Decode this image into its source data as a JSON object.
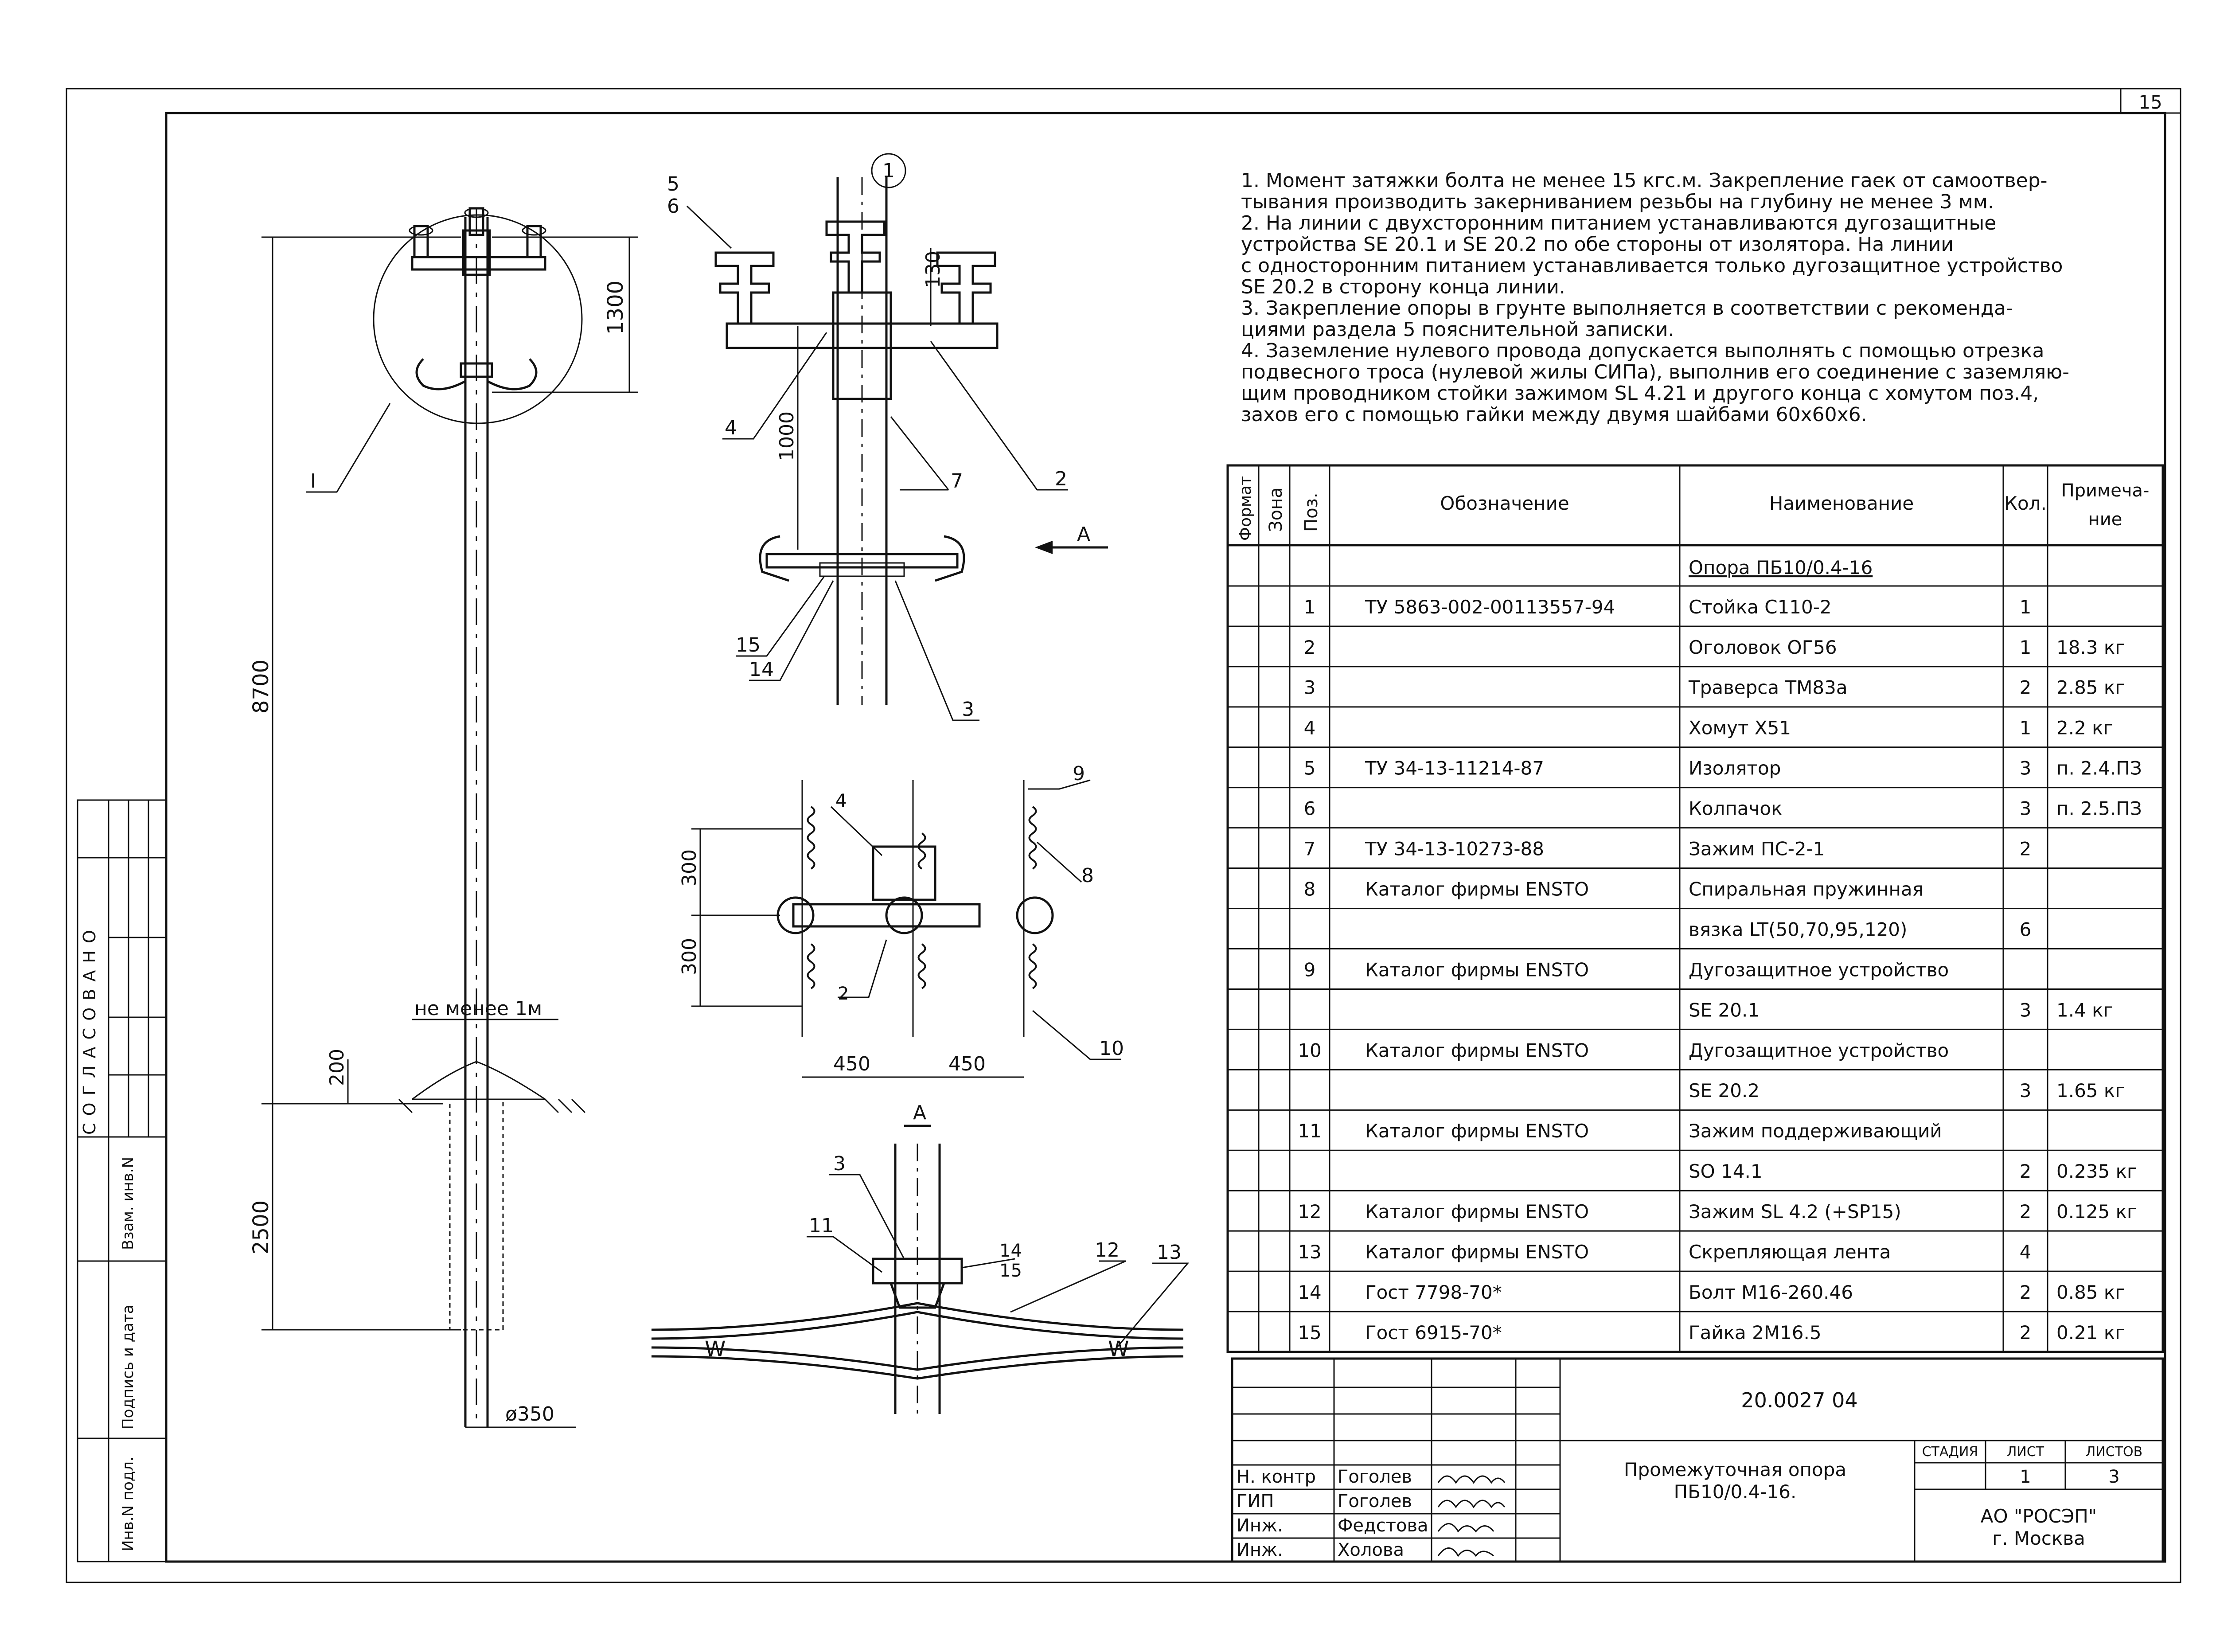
{
  "sheet_number": "15",
  "notes": [
    "1. Момент затяжки болта не менее 15 кгс.м. Закрепление гаек от самоотвер-",
    "тывания производить закерниванием резьбы на глубину не менее 3 мм.",
    "2. На линии с двухсторонним питанием устанавливаются дугозащитные",
    "устройства SE 20.1 и SE 20.2 по обе стороны от изолятора. На линии",
    "с односторонним питанием устанавливается только дугозащитное устройство",
    "SE 20.2 в сторону конца линии.",
    "3. Закрепление опоры в грунте выполняется в соответствии с рекоменда-",
    "циями раздела 5 пояснительной записки.",
    "4. Заземление нулевого провода допускается выполнять с помощью отрезка",
    "подвесного троса (нулевой жилы СИПа), выполнив его соединение с заземляю-",
    "щим проводником стойки зажимом SL 4.21 и другого конца с хомутом поз.4,",
    "захов его с помощью гайки между двумя шайбами 60х60х6."
  ],
  "spec_table": {
    "headers": {
      "format": "Формат",
      "zone": "Зона",
      "pos": "Поз.",
      "designation": "Обозначение",
      "name": "Наименование",
      "qty": "Кол.",
      "note_line1": "Примеча-",
      "note_line2": "ние"
    },
    "title_row": "Опора ПБ10/0.4-16",
    "rows": [
      {
        "pos": "1",
        "designation": "ТУ 5863-002-00113557-94",
        "name": "Стойка С110-2",
        "qty": "1",
        "note": ""
      },
      {
        "pos": "2",
        "designation": "",
        "name": "Оголовок ОГ56",
        "qty": "1",
        "note": "18.3 кг"
      },
      {
        "pos": "3",
        "designation": "",
        "name": "Траверса ТМ83а",
        "qty": "2",
        "note": "2.85 кг"
      },
      {
        "pos": "4",
        "designation": "",
        "name": "Хомут Х51",
        "qty": "1",
        "note": "2.2 кг"
      },
      {
        "pos": "5",
        "designation": "ТУ 34-13-11214-87",
        "name": "Изолятор",
        "qty": "3",
        "note": "п. 2.4.ПЗ"
      },
      {
        "pos": "6",
        "designation": "",
        "name": "Колпачок",
        "qty": "3",
        "note": "п. 2.5.ПЗ"
      },
      {
        "pos": "7",
        "designation": "ТУ 34-13-10273-88",
        "name": "Зажим ПС-2-1",
        "qty": "2",
        "note": ""
      },
      {
        "pos": "8",
        "designation": "Каталог фирмы ENSTO",
        "name": "Спиральная пружинная",
        "qty": "",
        "note": ""
      },
      {
        "pos": "",
        "designation": "",
        "name": "вязка LT(50,70,95,120)",
        "qty": "6",
        "note": ""
      },
      {
        "pos": "9",
        "designation": "Каталог фирмы ENSTO",
        "name": "Дугозащитное устройство",
        "qty": "",
        "note": ""
      },
      {
        "pos": "",
        "designation": "",
        "name": "SE 20.1",
        "qty": "3",
        "note": "1.4 кг"
      },
      {
        "pos": "10",
        "designation": "Каталог фирмы ENSTO",
        "name": "Дугозащитное устройство",
        "qty": "",
        "note": ""
      },
      {
        "pos": "",
        "designation": "",
        "name": "SE 20.2",
        "qty": "3",
        "note": "1.65 кг"
      },
      {
        "pos": "11",
        "designation": "Каталог фирмы ENSTO",
        "name": "Зажим поддерживающий",
        "qty": "",
        "note": ""
      },
      {
        "pos": "",
        "designation": "",
        "name": "SO 14.1",
        "qty": "2",
        "note": "0.235 кг"
      },
      {
        "pos": "12",
        "designation": "Каталог фирмы ENSTO",
        "name": "Зажим SL 4.2 (+SP15)",
        "qty": "2",
        "note": "0.125 кг"
      },
      {
        "pos": "13",
        "designation": "Каталог фирмы ENSTO",
        "name": "Скрепляющая лента",
        "qty": "4",
        "note": ""
      },
      {
        "pos": "14",
        "designation": "Гост 7798-70*",
        "name": "Болт М16-260.46",
        "qty": "2",
        "note": "0.85 кг"
      },
      {
        "pos": "15",
        "designation": "Гост 6915-70*",
        "name": "Гайка 2М16.5",
        "qty": "2",
        "note": "0.21 кг"
      }
    ]
  },
  "title_block": {
    "doc_code": "20.0027 04",
    "title_line1": "Промежуточная опора",
    "title_line2": "ПБ10/0.4-16.",
    "stage_label": "СТАДИЯ",
    "sheet_label": "ЛИСТ",
    "sheets_label": "ЛИСТОВ",
    "sheet": "1",
    "sheets": "3",
    "org_line1": "АО \"РОСЭП\"",
    "org_line2": "г. Москва",
    "people": [
      {
        "role": "Н. контр",
        "name": "Гоголев"
      },
      {
        "role": "ГИП",
        "name": "Гоголев"
      },
      {
        "role": "Инж.",
        "name": "Федстова"
      },
      {
        "role": "Инж.",
        "name": "Холова"
      }
    ]
  },
  "side_stamp": {
    "agreed": "С О Г Л А С О В А Н О",
    "inv_num": "Взам. инв.N",
    "sign_date": "Подпись и дата",
    "inv_orig": "Инв.N подл."
  },
  "drawing": {
    "view_circle_label": "I",
    "detail_label": "1",
    "dims": {
      "total_height": "8700",
      "head_height": "1300",
      "burial": "2500",
      "top_mound": "200",
      "min_dist": "не менее 1м",
      "diameter": "ø350",
      "crossarm_offset": "130",
      "head_drop": "1000",
      "plan_300_top": "300",
      "plan_300_bottom": "300",
      "plan_450_left": "450",
      "plan_450_right": "450"
    },
    "view_arrow": "A",
    "section_label": "A",
    "positions": {
      "p2": "2",
      "p3": "3",
      "p4": "4",
      "p5": "5",
      "p6": "6",
      "p7": "7",
      "p8": "8",
      "p9": "9",
      "p10": "10",
      "p11": "11",
      "p12": "12",
      "p13": "13",
      "p14": "14",
      "p15": "15"
    }
  }
}
